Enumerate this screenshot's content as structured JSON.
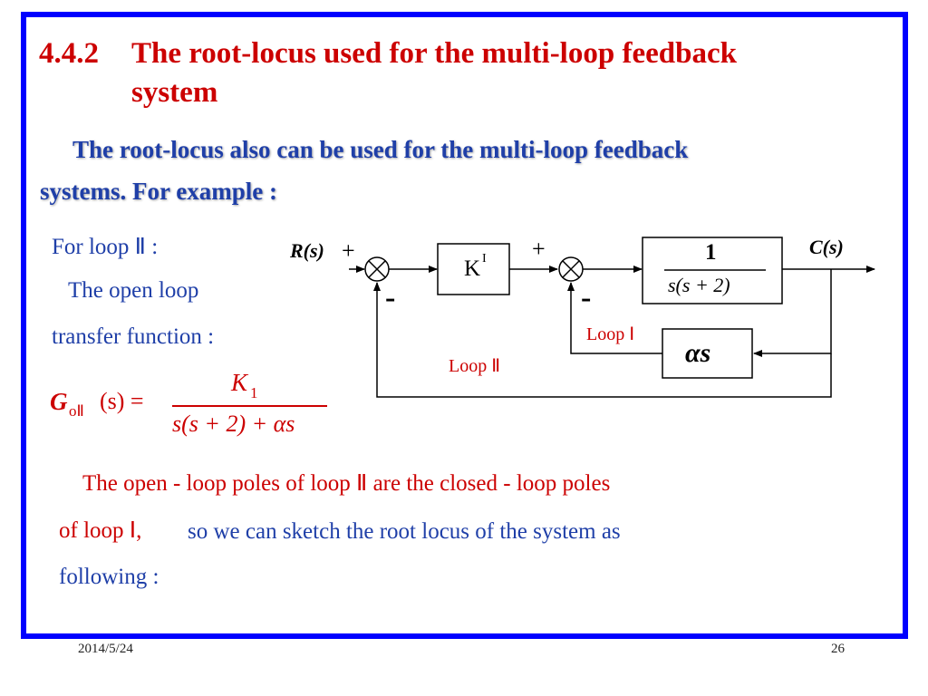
{
  "slide": {
    "section_number": "4.4.2",
    "title_line1": "The root-locus used for the multi-loop feedback",
    "title_line2": "system",
    "intro_line1": "The root-locus also can be used for the multi-loop feedback",
    "intro_line2": "systems. For example :",
    "left_text": {
      "for_loop": "For loop Ⅱ :",
      "open_loop": "The open loop",
      "transfer_function": "transfer function :"
    },
    "formula": {
      "lhs_G": "G",
      "lhs_sub": "oⅡ",
      "lhs_arg": "(s) =",
      "numerator": "K",
      "numerator_sub": "1",
      "denominator": "s(s + 2) + αs"
    },
    "diagram": {
      "input_label": "R(s)",
      "output_label": "C(s)",
      "plus_sign_1": "+",
      "plus_sign_2": "+",
      "minus_sign_1": "-",
      "minus_sign_2": "-",
      "gain_block": "K",
      "gain_block_sup": "I",
      "plant_numerator": "1",
      "plant_denominator": "s(s + 2)",
      "feedback_block": "αs",
      "loop1_label": "Loop Ⅰ",
      "loop2_label": "Loop Ⅱ"
    },
    "conclusion": {
      "line1": "The open - loop poles of loop Ⅱ are the closed - loop poles",
      "line2_red": "of loop Ⅰ,",
      "line2_blue": "so we can sketch the root locus of the system as",
      "line3": "following :"
    },
    "footer": {
      "date": "2014/5/24",
      "page_number": "26"
    }
  },
  "colors": {
    "border": "#0000ff",
    "title": "#cc0000",
    "text_blue": "#1f3fa8",
    "text_red": "#cc0000"
  }
}
